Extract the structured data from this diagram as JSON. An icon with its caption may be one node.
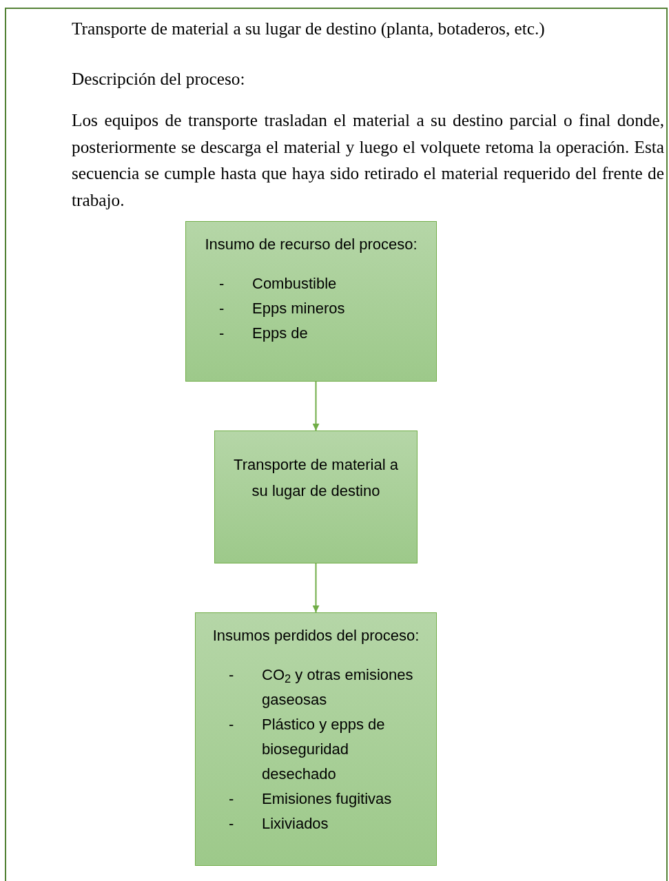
{
  "diagram": {
    "title": "Transporte de material a su lugar de destino (planta, botaderos, etc.)",
    "nodes": [
      {
        "text": [
          "Insumo de recurso del proceso:",
          "-",
          "Combustible",
          "-",
          "Epps mineros",
          "-",
          "Epps de"
        ]
      },
      {
        "text": [
          "Transporte de material a su lugar de destino"
        ]
      },
      {
        "text": [
          "Insumos perdidos del proceso:",
          "-",
          "CO$_{2}$ y otras emisiones gaseosas",
          "-",
          "Plástico y epps de bioseguridad desechado",
          "-",
          "Emisiones fugitivas",
          "-",
          "Lixiviados"
        ]
      }
    ],
    "edges": [
      {
        "from": 0,
        "to": 1,
        "arrow": "to"
      },
      {
        "from": 1,
        "to": 2,
        "arrow": "to"
      }
    ],
    "labels": [
      "Descripción del proceso:",
      "Los equipos de transporte trasladan el material a su destino parcial o final donde, posteriormente se descarga el material y luego el volquete retoma la operación. Esta secuencia se cumple hasta que haya sido retirado el material requerido del frente de trabajo."
    ]
  }
}
